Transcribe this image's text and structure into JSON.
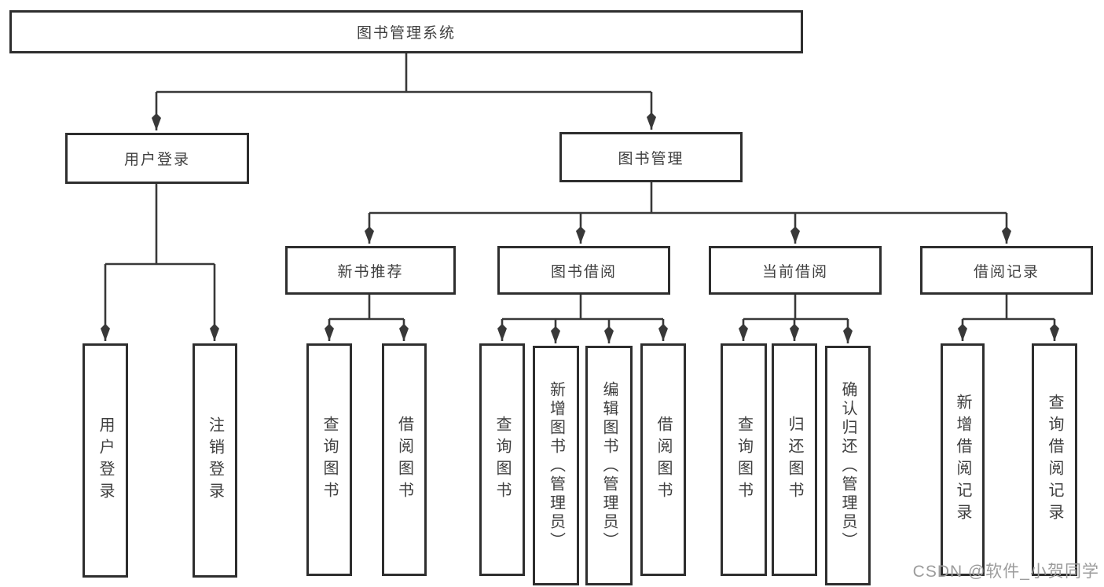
{
  "diagram": {
    "type": "hierarchy-tree",
    "tree": {
      "label": "图书管理系统",
      "children": [
        {
          "label": "用户登录",
          "children": [
            {
              "label": "用户登录"
            },
            {
              "label": "注销登录"
            }
          ]
        },
        {
          "label": "图书管理",
          "children": [
            {
              "label": "新书推荐",
              "children": [
                {
                  "label": "查询图书"
                },
                {
                  "label": "借阅图书"
                }
              ]
            },
            {
              "label": "图书借阅",
              "children": [
                {
                  "label": "查询图书"
                },
                {
                  "label": "新增图书（管理员）"
                },
                {
                  "label": "编辑图书（管理员）"
                },
                {
                  "label": "借阅图书"
                }
              ]
            },
            {
              "label": "当前借阅",
              "children": [
                {
                  "label": "查询图书"
                },
                {
                  "label": "归还图书"
                },
                {
                  "label": "确认归还（管理员）"
                }
              ]
            },
            {
              "label": "借阅记录",
              "children": [
                {
                  "label": "新增借阅记录"
                },
                {
                  "label": "查询借阅记录"
                }
              ]
            }
          ]
        }
      ]
    },
    "colors": {
      "line": "#383838",
      "box_border": "#2e2e2e",
      "text": "#3f3f3f",
      "watermark": "#9c9c9c",
      "background": "#ffffff"
    }
  },
  "watermark": {
    "text": "CSDN @软件_小贺同学"
  }
}
